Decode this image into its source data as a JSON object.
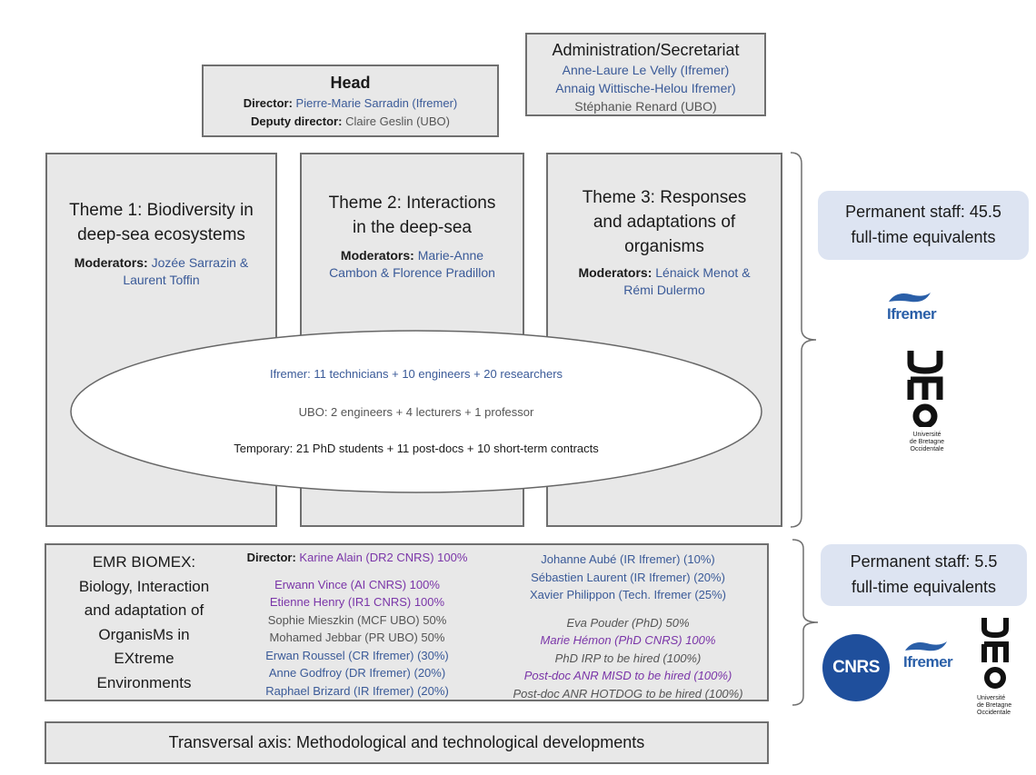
{
  "admin": {
    "title": "Administration/Secretariat",
    "members": [
      {
        "text": "Anne-Laure Le Velly (Ifremer)",
        "color": "blue"
      },
      {
        "text": "Annaig Wittische-Helou Ifremer)",
        "color": "blue"
      },
      {
        "text": "Stéphanie Renard (UBO)",
        "color": "grey"
      }
    ]
  },
  "head": {
    "title": "Head",
    "director_label": "Director:",
    "director_name": "Pierre-Marie Sarradin (Ifremer)",
    "deputy_label": "Deputy director:",
    "deputy_name": "Claire Geslin (UBO)"
  },
  "themes": [
    {
      "title_lines": [
        "Theme 1: Biodiversity in",
        "deep-sea ecosystems"
      ],
      "mod_label": "Moderators:",
      "mod_lines": [
        "Jozée Sarrazin &",
        "Laurent Toffin"
      ]
    },
    {
      "title_lines": [
        "Theme 2: Interactions",
        "in the deep-sea"
      ],
      "mod_label": "Moderators:",
      "mod_lines": [
        "Marie-Anne",
        "Cambon & Florence Pradillon"
      ]
    },
    {
      "title_lines": [
        "Theme 3: Responses",
        "and adaptations of",
        "organisms"
      ],
      "mod_label": "Moderators:",
      "mod_lines": [
        "Lénaick Menot &",
        "Rémi Dulermo"
      ]
    }
  ],
  "staff_ellipse": {
    "ifremer": "Ifremer: 11 technicians + 10 engineers + 20 researchers",
    "ubo": "UBO:  2 engineers + 4 lecturers + 1 professor",
    "temporary": "Temporary: 21 PhD students + 11 post-docs + 10 short-term contracts"
  },
  "permanent_staff_1": {
    "line1": "Permanent staff: 45.5",
    "line2": "full-time equivalents"
  },
  "permanent_staff_2": {
    "line1": "Permanent staff: 5.5",
    "line2": "full-time equivalents"
  },
  "emr": {
    "title_lines": [
      "EMR BIOMEX:",
      "Biology, Interaction",
      "and adaptation of",
      "OrganisMs in",
      "EXtreme",
      "Environments"
    ],
    "director_label": "Director:",
    "director_name": "Karine Alain (DR2 CNRS) 100%",
    "col1": [
      {
        "text": "Erwann Vince (AI CNRS) 100%",
        "color": "purple"
      },
      {
        "text": "Etienne Henry (IR1 CNRS) 100%",
        "color": "purple"
      },
      {
        "text": "Sophie Mieszkin (MCF UBO) 50%",
        "color": "grey"
      },
      {
        "text": "Mohamed Jebbar (PR UBO) 50%",
        "color": "grey"
      },
      {
        "text": "Erwan Roussel (CR Ifremer) (30%)",
        "color": "blue"
      },
      {
        "text": "Anne Godfroy (DR Ifremer) (20%)",
        "color": "blue"
      },
      {
        "text": "Raphael Brizard (IR Ifremer) (20%)",
        "color": "blue"
      }
    ],
    "col2_top": [
      {
        "text": "Johanne Aubé  (IR Ifremer) (10%)",
        "color": "blue"
      },
      {
        "text": "Sébastien Laurent  (IR Ifremer) (20%)",
        "color": "blue"
      },
      {
        "text": "Xavier Philippon (Tech. Ifremer (25%)",
        "color": "blue"
      }
    ],
    "col2_bottom": [
      {
        "text": "Eva Pouder (PhD) 50%",
        "color": "grey"
      },
      {
        "text": "Marie Hémon (PhD CNRS) 100%",
        "color": "purple"
      },
      {
        "text": "PhD IRP to be hired (100%)",
        "color": "grey"
      },
      {
        "text": "Post-doc ANR MISD to be hired (100%)",
        "color": "purple"
      },
      {
        "text": "Post-doc ANR HOTDOG to be hired (100%)",
        "color": "grey"
      }
    ]
  },
  "transversal": "Transversal axis: Methodological and technological developments",
  "logos": {
    "ifremer": "Ifremer",
    "ubo_lines": [
      "Université",
      "de Bretagne",
      "Occidentale"
    ],
    "cnrs": "CNRS"
  },
  "colors": {
    "blue": "#3a5a98",
    "purple": "#7a35a8",
    "grey": "#555555",
    "box_fill": "#e8e8e8",
    "staff_fill": "#dde4f2"
  }
}
